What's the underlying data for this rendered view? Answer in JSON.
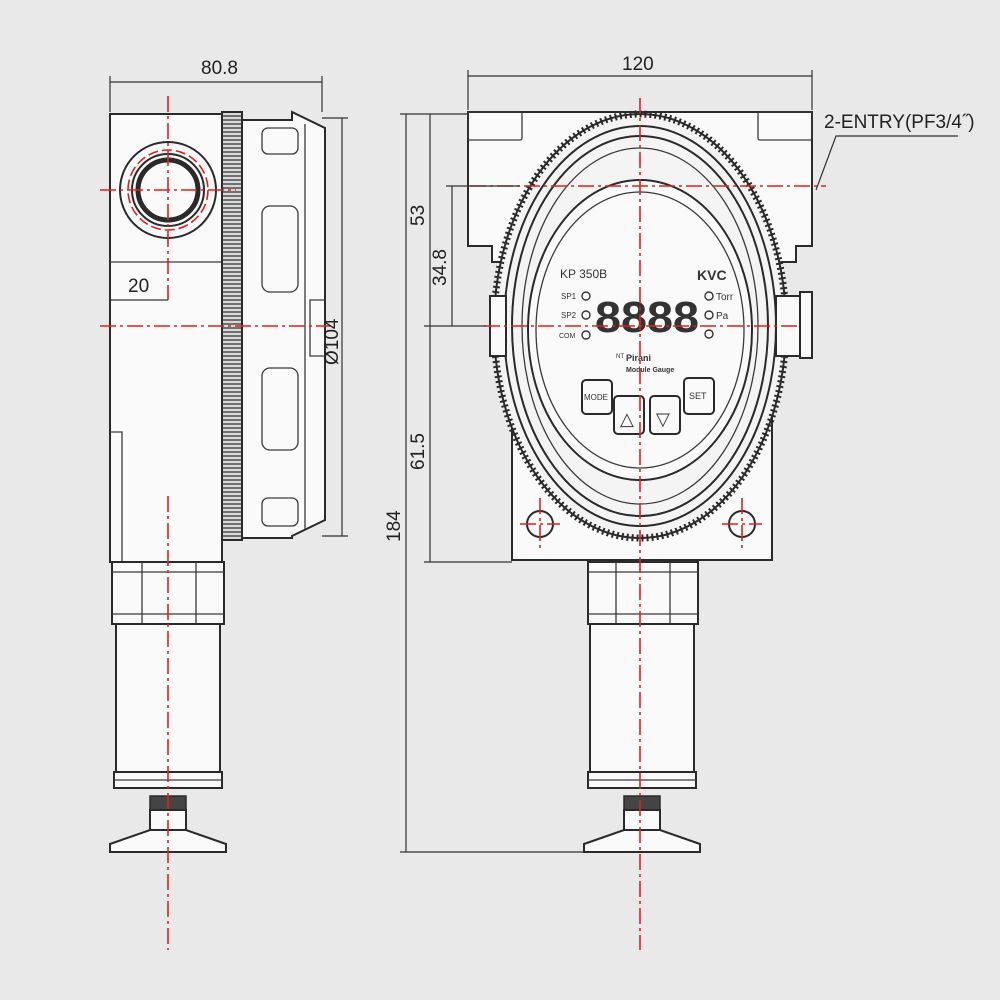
{
  "dimensions": {
    "side_width": "80.8",
    "front_width": "120",
    "entry_note": "2-ENTRY(PF3/4˝)",
    "dim_53": "53",
    "dim_34_8": "34.8",
    "dim_104": "Ø104",
    "dim_20": "20",
    "dim_61_5": "61.5",
    "dim_184": "184"
  },
  "panel": {
    "model": "KP 350B",
    "brand": "KVC",
    "display": "8888",
    "indicator_sp1": "SP1",
    "indicator_sp2": "SP2",
    "indicator_com": "COM",
    "unit_torr": "Torr",
    "unit_pa": "Pa",
    "subtitle_prefix": "NT",
    "subtitle_line1": "Pirani",
    "subtitle_line2": "Module Gauge",
    "btn_mode": "MODE",
    "btn_up": "△",
    "btn_down": "▽",
    "btn_set": "SET"
  },
  "colors": {
    "background": "#e9e9e9",
    "centerline": "#e02020",
    "outline": "#2a2a2a"
  }
}
